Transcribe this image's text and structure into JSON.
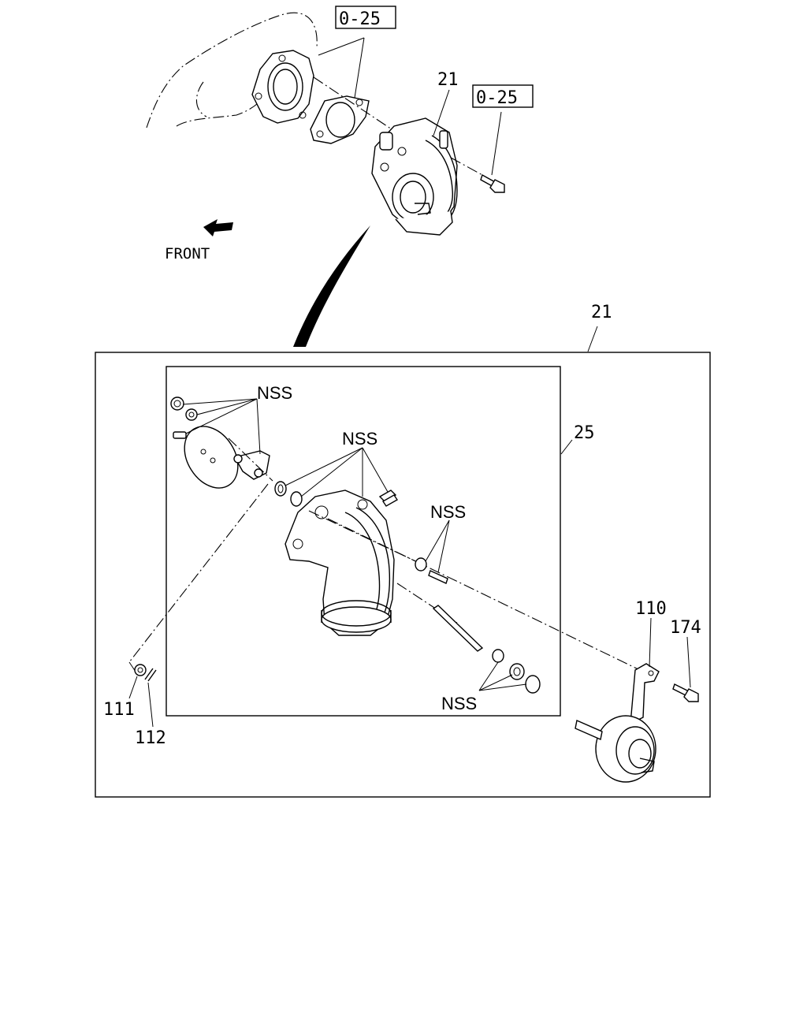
{
  "diagram": {
    "ref_top_left": "0-25",
    "ref_top_right": "0-25",
    "part_21_top": "21",
    "direction_label": "FRONT",
    "part_21_box": "21",
    "part_25": "25",
    "nss_1": "NSS",
    "nss_2": "NSS",
    "nss_3": "NSS",
    "nss_4": "NSS",
    "part_110": "110",
    "part_174": "174",
    "part_111": "111",
    "part_112": "112"
  }
}
